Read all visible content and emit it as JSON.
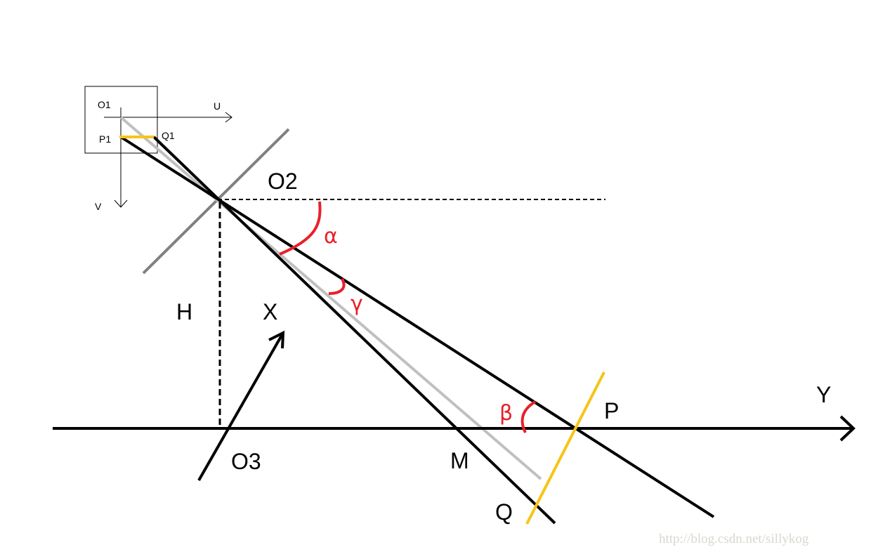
{
  "labels": {
    "o1": "O1",
    "u": "U",
    "p1": "P1",
    "q1": "Q1",
    "v": "V",
    "o2": "O2",
    "alpha": "α",
    "gamma": "γ",
    "h": "H",
    "x": "X",
    "beta": "β",
    "p": "P",
    "y": "Y",
    "o3": "O3",
    "m": "M",
    "q": "Q"
  },
  "watermark": "http://blog.csdn.net/sillykog",
  "colors": {
    "line": "#000000",
    "optical_axis": "#c0c0c0",
    "mirror": "#808080",
    "segment": "#f5c518",
    "angle": "#e8202a"
  }
}
